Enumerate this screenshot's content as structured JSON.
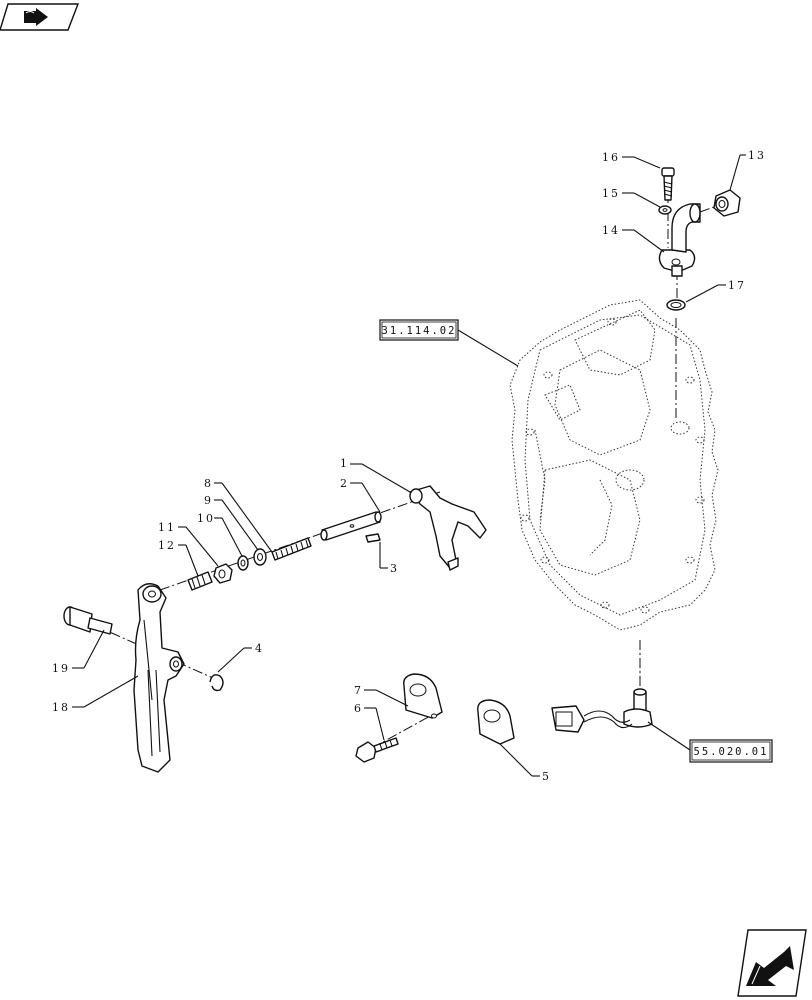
{
  "callouts": {
    "c1": "1",
    "c2": "2",
    "c3": "3",
    "c4": "4",
    "c5": "5",
    "c6": "6",
    "c7": "7",
    "c8": "8",
    "c9": "9",
    "c10": "10",
    "c11": "11",
    "c12": "12",
    "c13": "13",
    "c14": "14",
    "c15": "15",
    "c16": "16",
    "c17": "17",
    "c18": "18",
    "c19": "19"
  },
  "references": {
    "housing": "31.114.02",
    "harness": "55.020.01"
  },
  "icons": {
    "top_left": "book-arrow-icon",
    "bottom_right": "next-page-arrow-icon"
  }
}
